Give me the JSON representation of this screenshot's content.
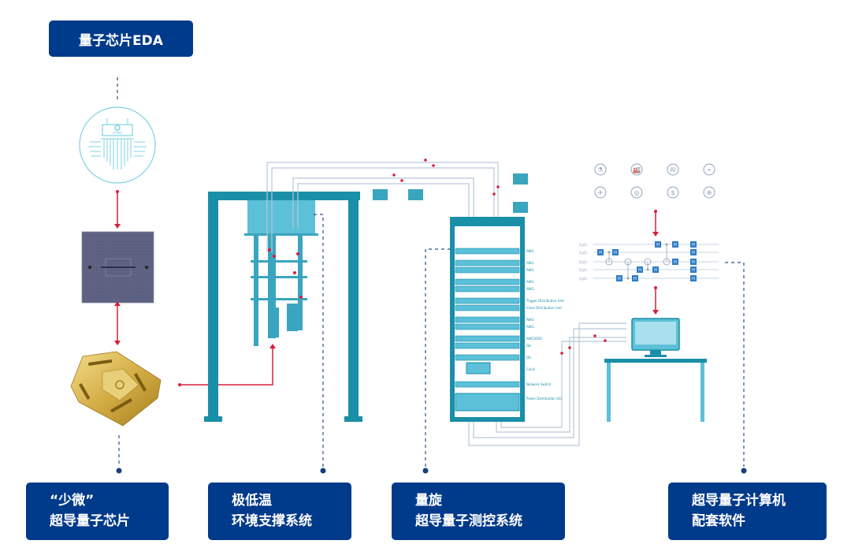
{
  "title_box": {
    "label": "量子芯片EDA"
  },
  "bottom_boxes": [
    {
      "line1": "“少微”",
      "line2": "超导量子芯片"
    },
    {
      "line1": "极低温",
      "line2": "环境支撑系统"
    },
    {
      "line1": "量旋",
      "line2": "超导量子测控系统"
    },
    {
      "line1": "超导量子计算机",
      "line2": "配套软件"
    }
  ],
  "chip_logo_text": "SPINQ",
  "rack_labels": [
    "AWG",
    "AWG",
    "AWG",
    "AWG",
    "AWG",
    "Trigger Distribution Unit",
    "Clock Distribution Unit",
    "AWG",
    "AWG",
    "AWG2050",
    "QA",
    "QA",
    "Clock",
    "Network Switch",
    "Power Distribution Unit"
  ],
  "circuit_qubits": [
    "Q₀|0⟩",
    "Q₁|0⟩",
    "Q₂|0⟩",
    "Q₃|0⟩",
    "Q₄|0⟩"
  ],
  "gate_label": "H",
  "ai_icon_text": "AI",
  "application_icons": [
    "chemistry-icon",
    "industry-icon",
    "ai-head-icon",
    "map-location-icon",
    "aviation-icon",
    "coins-icon",
    "money-bag-icon",
    "globe-security-icon"
  ],
  "colors": {
    "navy": "#003a8a",
    "teal": "#1a8fa8",
    "teal_light": "#5bc0d8",
    "red": "#d81e3a",
    "wire": "#b8c7d6",
    "gold": "#c9a43a"
  }
}
